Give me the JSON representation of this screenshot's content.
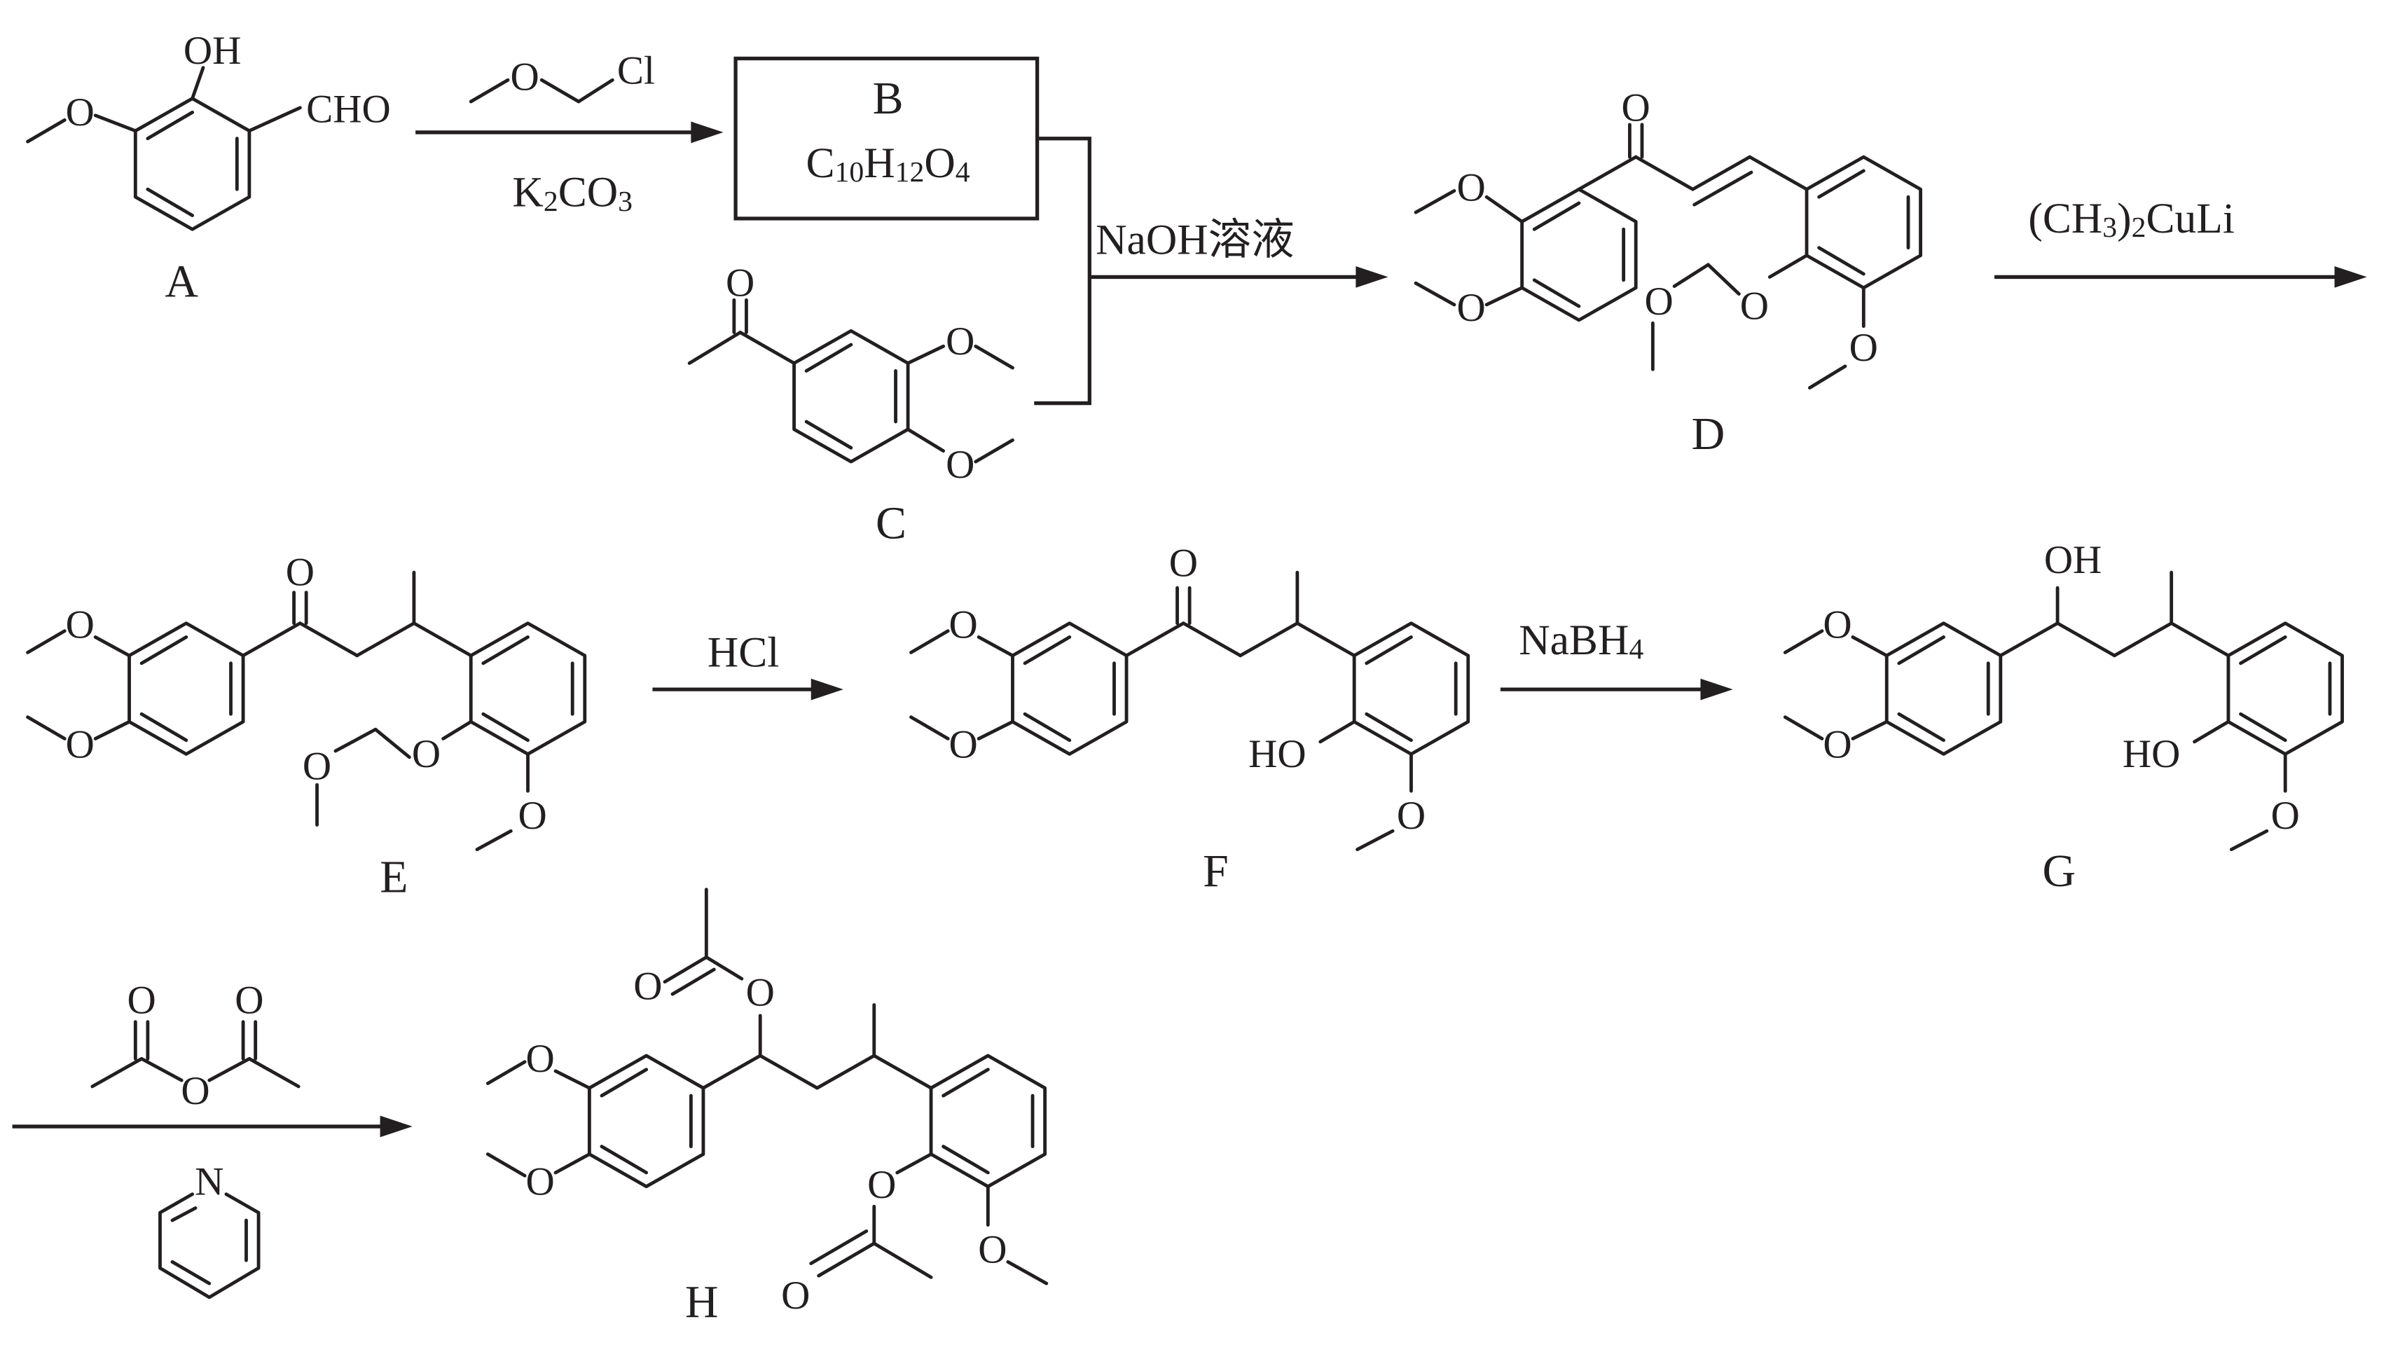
{
  "compounds": {
    "A": {
      "label": "A",
      "oh": "OH",
      "cho": "CHO"
    },
    "B": {
      "label": "B",
      "formula": [
        "C",
        "10",
        "H",
        "12",
        "O",
        "4"
      ]
    },
    "C": {
      "label": "C"
    },
    "D": {
      "label": "D"
    },
    "E": {
      "label": "E"
    },
    "F": {
      "label": "F",
      "ho": "HO"
    },
    "G": {
      "label": "G",
      "oh": "OH",
      "ho": "HO"
    },
    "H": {
      "label": "H"
    }
  },
  "reagents": {
    "step1": {
      "above_cl": "Cl",
      "below": [
        "K",
        "2",
        "CO",
        "3"
      ]
    },
    "step2": {
      "above": "NaOH溶液"
    },
    "step3": {
      "above": [
        "(CH",
        "3",
        ")",
        "2",
        "CuLi"
      ]
    },
    "step4": {
      "above": "HCl"
    },
    "step5": {
      "above": [
        "NaBH",
        "4"
      ]
    },
    "step6": {
      "below_atom": "N"
    }
  },
  "atom_symbols": {
    "O": "O",
    "N": "N"
  }
}
